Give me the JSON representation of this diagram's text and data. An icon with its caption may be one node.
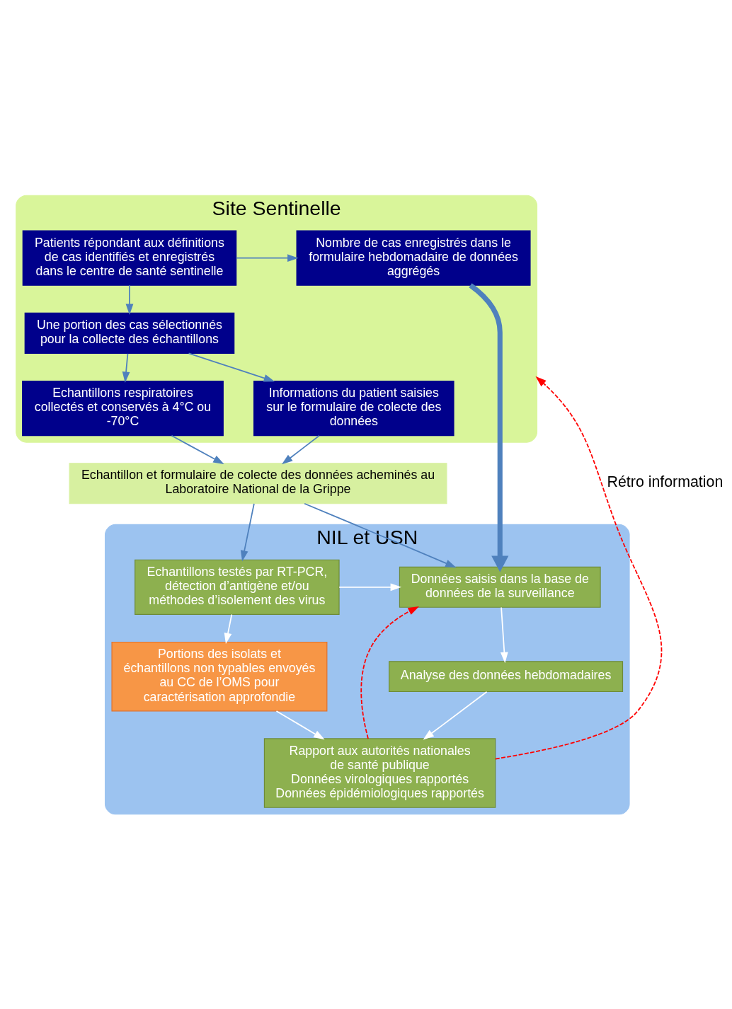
{
  "diagram": {
    "nodes": [
      {
        "text": [
          "Site Sentinelle"
        ]
      },
      {
        "text": [
          "Patients répondant aux définitions de cas identifiés et enregistrés dans le centre de santé sentinelle"
        ],
        "in": 0
      },
      {
        "text": [
          "Nombre de cas enregistrés dans le formulaire hebdomadaire de données aggrégés"
        ],
        "in": 0
      },
      {
        "text": [
          "Une portion des cas sélectionnés pour la collecte des échantillons"
        ],
        "in": 0
      },
      {
        "text": [
          "Echantillons respiratoires collectés et conservés à 4°C ou -70°C"
        ],
        "in": 0
      },
      {
        "text": [
          "Informations du patient saisies sur le formulaire de colecte des données"
        ],
        "in": 0
      },
      {
        "text": [
          "Echantillon et formulaire de colecte des données acheminés au Laboratoire National de la Grippe"
        ]
      },
      {
        "text": [
          "NIL et USN"
        ]
      },
      {
        "text": [
          "Echantillons testés par RT-PCR, détection d’antigène et/ou méthodes d’isolement des virus"
        ],
        "in": 7
      },
      {
        "text": [
          "Données saisis dans la base de données de la surveillance"
        ],
        "in": 7
      },
      {
        "text": [
          "Portions des isolats et échantillons non typables envoyés au CC de l’OMS pour caractérisation approfondie"
        ],
        "in": 7
      },
      {
        "text": [
          "Analyse des données hebdomadaires"
        ],
        "in": 7
      },
      {
        "text": [
          "Rapport aux autorités nationales de santé publique",
          "Données virologiques rapportés",
          "Données épidémiologiques rapportés"
        ],
        "in": 7
      }
    ],
    "edges": [
      {
        "from": 1,
        "to": 2,
        "arrow": "to"
      },
      {
        "from": 1,
        "to": 3,
        "arrow": "to"
      },
      {
        "from": 3,
        "to": 4,
        "arrow": "to"
      },
      {
        "from": 3,
        "to": 5,
        "arrow": "to"
      },
      {
        "from": 4,
        "to": 6,
        "arrow": "to"
      },
      {
        "from": 5,
        "to": 6,
        "arrow": "to"
      },
      {
        "from": 2,
        "to": 9,
        "arrow": "to",
        "style": "thick"
      },
      {
        "from": 6,
        "to": 8,
        "arrow": "to"
      },
      {
        "from": 6,
        "to": 9,
        "arrow": "to"
      },
      {
        "from": 8,
        "to": 9,
        "arrow": "to",
        "color": "#ffffff"
      },
      {
        "from": 8,
        "to": 10,
        "arrow": "to",
        "color": "#ffffff"
      },
      {
        "from": 9,
        "to": 11,
        "arrow": "to",
        "color": "#ffffff"
      },
      {
        "from": 10,
        "to": 12,
        "arrow": "to",
        "color": "#ffffff"
      },
      {
        "from": 11,
        "to": 12,
        "arrow": "to",
        "color": "#ffffff"
      },
      {
        "from": 12,
        "to": 0,
        "arrow": "to",
        "style": "dashed",
        "color": "#ff0000",
        "label": "Rétro information"
      },
      {
        "from": 12,
        "to": 9,
        "arrow": "to",
        "style": "dashed",
        "color": "#ff0000"
      }
    ]
  }
}
